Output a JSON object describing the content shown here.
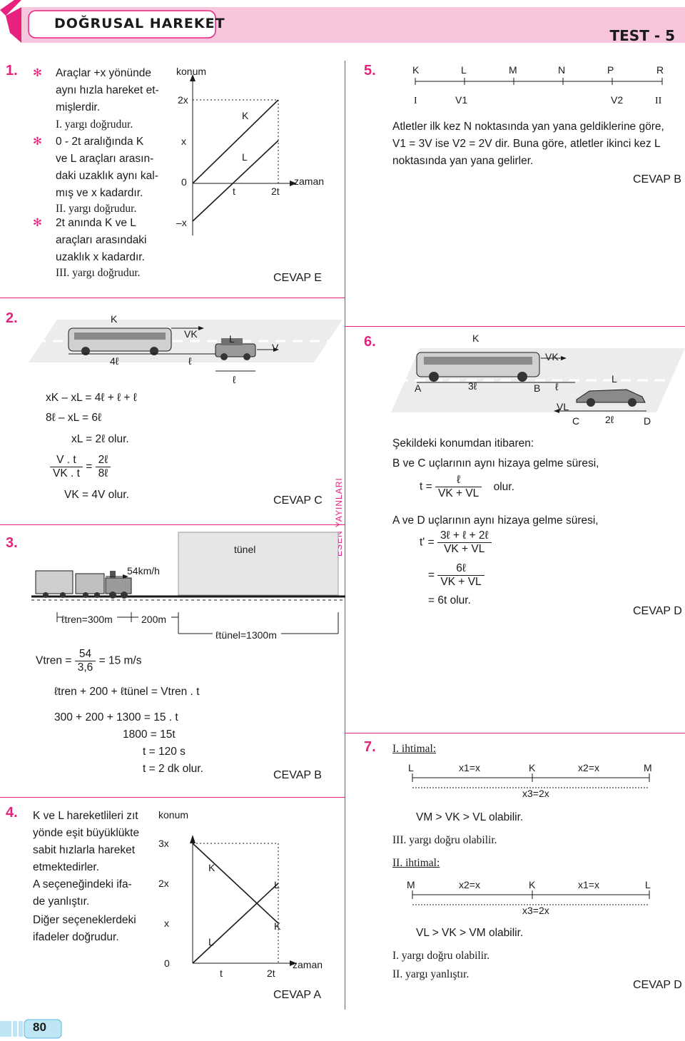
{
  "header": {
    "title": "DOĞRUSAL HAREKET",
    "test_label": "TEST - 5",
    "page_number": "80",
    "side_label": "ESEN YAYINLARI"
  },
  "colors": {
    "accent": "#e8217f",
    "header_bg": "#f7c6dc",
    "text": "#1a1a1a"
  },
  "q1": {
    "number": "1.",
    "lines": [
      "Araçlar +x yönünde",
      "aynı hızla hareket et-",
      "mişlerdir.",
      "I. yargı doğrudur.",
      "0 - 2t aralığında K",
      "ve L araçları arasın-",
      "daki uzaklık aynı kal-",
      "mış ve x kadardır.",
      "II. yargı doğrudur.",
      "2t anında K ve L",
      "araçları arasındaki",
      "uzaklık x kadardır.",
      "III. yargı doğrudur."
    ],
    "graph": {
      "y_axis": "konum",
      "x_axis": "zaman",
      "y_ticks": [
        "2x",
        "x",
        "0",
        "–x"
      ],
      "x_ticks": [
        "t",
        "2t"
      ],
      "lines": [
        "K",
        "L"
      ]
    },
    "answer": "CEVAP E"
  },
  "q5": {
    "number": "5.",
    "points": [
      "K",
      "L",
      "M",
      "N",
      "P",
      "R"
    ],
    "markers": [
      "I",
      "V1",
      "V2",
      "II"
    ],
    "lines": [
      "Atletler ilk kez N noktasında yan yana geldiklerine göre,",
      "V1 = 3V ise V2 = 2V dir. Buna göre, atletler ikinci kez L",
      "noktasında yan yana gelirler."
    ],
    "answer": "CEVAP B"
  },
  "q2": {
    "number": "2.",
    "labels": [
      "K",
      "VK",
      "L",
      "V",
      "4ℓ",
      "ℓ",
      "ℓ"
    ],
    "steps": [
      "xK – xL = 4ℓ + ℓ + ℓ",
      "8ℓ – xL = 6ℓ",
      "xL = 2ℓ olur.",
      "V . t",
      "2ℓ",
      "VK . t",
      "8ℓ",
      "VK = 4V olur."
    ],
    "answer": "CEVAP C"
  },
  "q6": {
    "number": "6.",
    "labels": [
      "K",
      "VK",
      "L",
      "VL",
      "A",
      "3ℓ",
      "B",
      "ℓ",
      "C",
      "2ℓ",
      "D"
    ],
    "lines": [
      "Şekildeki konumdan itibaren:",
      "B ve C uçlarının aynı hizaya gelme süresi,",
      "t =",
      "ℓ",
      "VK + VL",
      "olur.",
      "A ve D uçlarının aynı hizaya gelme süresi,",
      "t' =",
      "3ℓ + ℓ + 2ℓ",
      "VK + VL",
      "=",
      "6ℓ",
      "VK + VL",
      "= 6t olur."
    ],
    "answer": "CEVAP D"
  },
  "q3": {
    "number": "3.",
    "labels": [
      "54km/h",
      "tünel",
      "ℓtren=300m",
      "200m",
      "ℓtünel=1300m"
    ],
    "steps": [
      "Vtren =",
      "54",
      "3,6",
      "= 15 m/s",
      "ℓtren + 200 + ℓtünel = Vtren . t",
      "300 + 200 + 1300 = 15 . t",
      "1800 = 15t",
      "t = 120 s",
      "t = 2 dk olur."
    ],
    "answer": "CEVAP B"
  },
  "q7": {
    "number": "7.",
    "case1_title": "I. ihtimal:",
    "case1_line": [
      "L",
      "x1=x",
      "K",
      "x2=x",
      "M",
      "x3=2x"
    ],
    "case1_text": [
      "VM > VK > VL olabilir.",
      "III. yargı doğru olabilir."
    ],
    "case2_title": "II. ihtimal:",
    "case2_line": [
      "M",
      "x2=x",
      "K",
      "x1=x",
      "L",
      "x3=2x"
    ],
    "case2_text": [
      "VL > VK > VM olabilir.",
      "I. yargı doğru olabilir.",
      "II. yargı yanlıştır."
    ],
    "answer": "CEVAP D"
  },
  "q4": {
    "number": "4.",
    "lines": [
      "K ve L hareketlileri zıt",
      "yönde eşit büyüklükte",
      "sabit hızlarla hareket",
      "etmektedirler.",
      "A seçeneğindeki ifa-",
      "de yanlıştır.",
      "Diğer seçeneklerdeki",
      "ifadeler doğrudur."
    ],
    "graph": {
      "y_axis": "konum",
      "x_axis": "zaman",
      "y_ticks": [
        "3x",
        "2x",
        "x",
        "0"
      ],
      "x_ticks": [
        "t",
        "2t"
      ],
      "lines": [
        "K",
        "L",
        "L",
        "K"
      ]
    },
    "answer": "CEVAP A"
  }
}
